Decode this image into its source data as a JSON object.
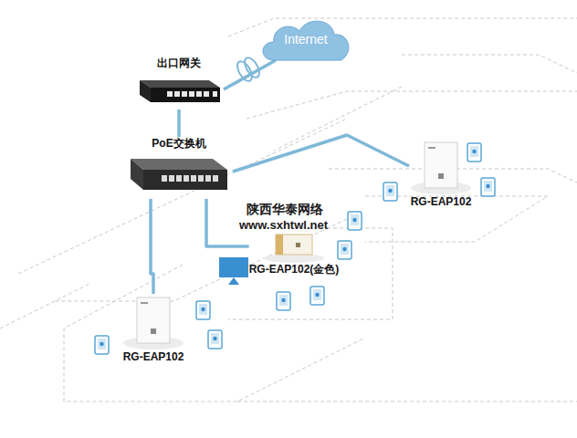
{
  "diagram": {
    "nodes": [
      {
        "text": [
          "Internet"
        ]
      },
      {
        "text": [
          "出口网关"
        ]
      },
      {
        "text": [
          "PoE交换机"
        ]
      },
      {
        "text": [
          "RG-EAP102"
        ]
      },
      {
        "text": [
          "RG-EAP102(金色)"
        ]
      },
      {
        "text": [
          "RG-EAP102"
        ]
      }
    ],
    "edges": [
      {
        "from": 1,
        "to": 0,
        "arrow": "none"
      },
      {
        "from": 1,
        "to": 2,
        "arrow": "none"
      },
      {
        "from": 2,
        "to": 3,
        "arrow": "none"
      },
      {
        "from": 2,
        "to": 4,
        "arrow": "none"
      },
      {
        "from": 2,
        "to": 5,
        "arrow": "none"
      }
    ],
    "labels": [
      "陕西华泰网络",
      "www.sxhtwl.net"
    ]
  }
}
